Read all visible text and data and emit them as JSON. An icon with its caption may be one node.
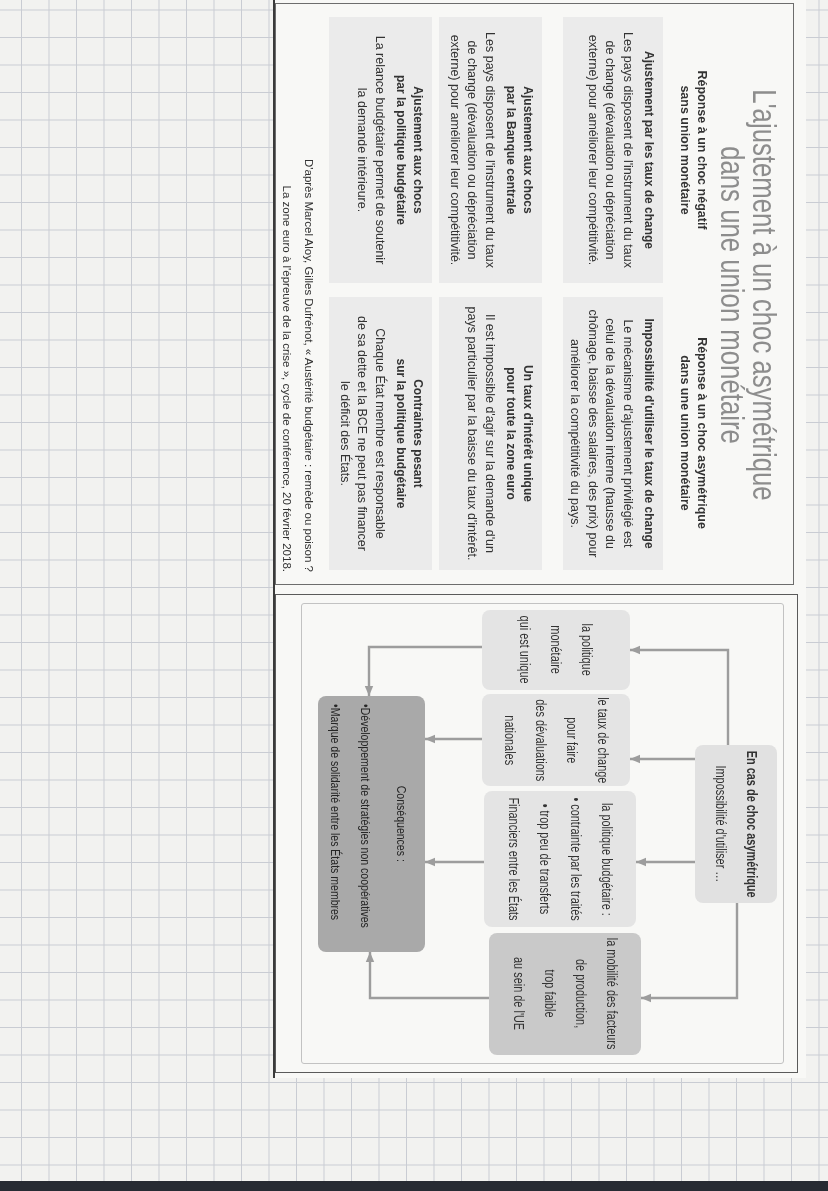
{
  "diagram": {
    "title": "L'ajustement à un choc asymétrique dans une union monétaire",
    "caption": "D'après Marcel Aloy, Gilles Dufrénot, « Austérité budgétaire : remède ou poison ? La zone euro à l'épreuve de la crise », cycle de conférence, 20 février 2018.",
    "nodes": [
      {
        "text": [
          "Ajustement par les taux de change",
          "Les pays disposent de l'instrument du taux de change (dévaluation ou dépréciation externe) pour améliorer leur compétitivité."
        ]
      },
      {
        "text": [
          "Impossibilité d'utiliser le taux de change",
          "Le mécanisme d'ajustement privilégié est celui de la dévaluation interne (hausse du chômage, baisse des salaires, des prix) pour améliorer la compétitivité du pays."
        ]
      },
      {
        "text": [
          "Ajustement aux chocs par la Banque centrale",
          "Les pays disposent de l'instrument du taux de change (dévaluation ou dépréciation externe) pour améliorer leur compétitivité."
        ]
      },
      {
        "text": [
          "Un taux d'intérêt unique pour toute la zone euro",
          "Il est impossible d'agir sur la demande d'un pays particulier par la baisse du taux d'intérêt."
        ]
      },
      {
        "text": [
          "Ajustement aux chocs par la politique budgétaire",
          "La relance budgétaire permet de soutenir la demande intérieure."
        ]
      },
      {
        "text": [
          "Contraintes pesant sur la politique budgétaire",
          "Chaque État membre est responsable de sa dette et la BCE ne peut pas financer le déficit des États."
        ]
      },
      {
        "text": [
          "En cas de choc asymétrique",
          "Impossibilité d'utiliser …"
        ]
      },
      {
        "text": [
          "la politique monétaire qui est unique"
        ]
      },
      {
        "text": [
          "le taux de change pour faire des dévaluations nationales"
        ]
      },
      {
        "text": [
          "la politique budgétaire :",
          "• contrainte par les traités",
          "• trop peu de transferts Financiers entre les États"
        ]
      },
      {
        "text": [
          "la mobilité des facteurs de production, trop faible au sein de l'UE"
        ]
      },
      {
        "text": [
          "Conséquences :",
          "•Développement de stratégies non coopératives",
          "•Marque de solidarité entre les États membres"
        ]
      }
    ],
    "edges": [
      {
        "from": 6,
        "to": 7,
        "arrow": "to"
      },
      {
        "from": 6,
        "to": 8,
        "arrow": "to"
      },
      {
        "from": 6,
        "to": 9,
        "arrow": "to"
      },
      {
        "from": 6,
        "to": 10,
        "arrow": "to"
      },
      {
        "from": 7,
        "to": 11,
        "arrow": "to"
      },
      {
        "from": 8,
        "to": 11,
        "arrow": "to"
      },
      {
        "from": 9,
        "to": 11,
        "arrow": "to"
      },
      {
        "from": 10,
        "to": 11,
        "arrow": "to"
      }
    ],
    "labels": [
      "Réponse à un choc négatif sans union monétaire",
      "Réponse à un choc asymétrique dans une union monétaire"
    ]
  }
}
